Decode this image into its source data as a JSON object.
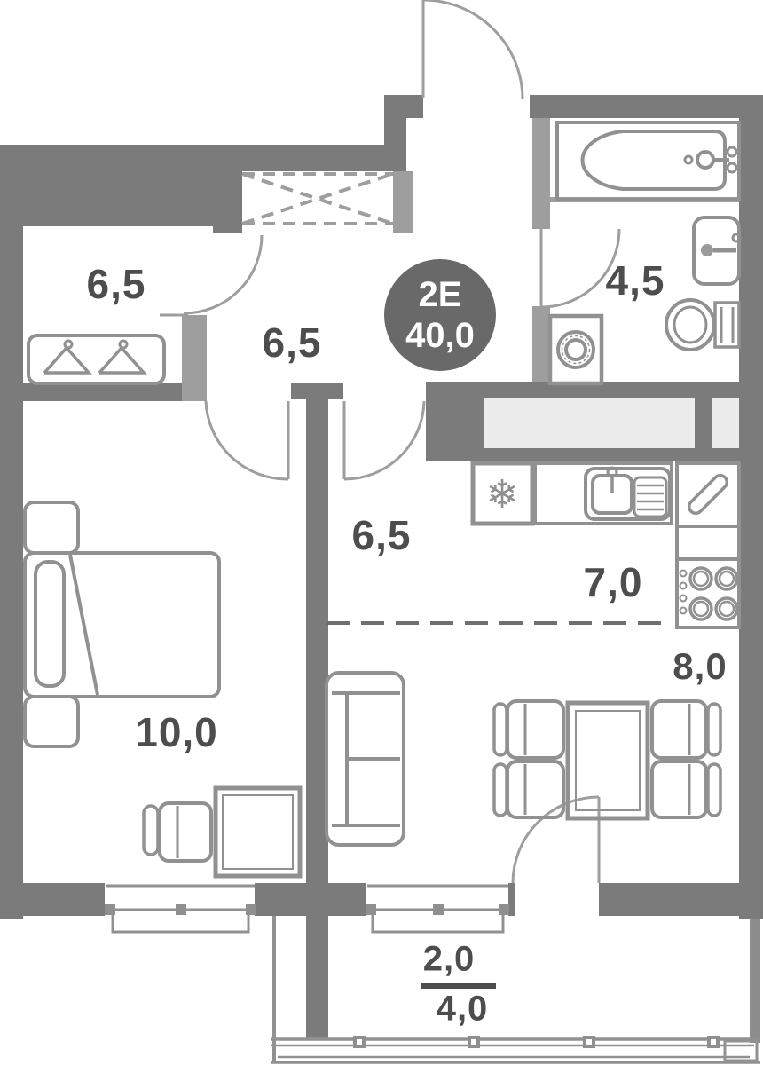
{
  "unit": {
    "type": "2E",
    "total_area": "40,0"
  },
  "rooms": {
    "wardrobe": {
      "area": "6,5"
    },
    "hallway": {
      "area": "6,5"
    },
    "bathroom": {
      "area": "4,5"
    },
    "corridor": {
      "area": "6,5"
    },
    "kitchen": {
      "area": "7,0"
    },
    "living": {
      "area": "8,0"
    },
    "bedroom": {
      "area": "10,0"
    },
    "balcony": {
      "area_counted": "2,0",
      "area_full": "4,0"
    }
  },
  "icons": {
    "snowflake": "❄"
  },
  "colors": {
    "wall": "#7b7b7b",
    "wall_light": "#9e9e9e",
    "furniture_line": "#919191",
    "label_text": "#4d4d4d",
    "badge_background": "#696969",
    "badge_text": "#ffffff",
    "duct": "#ececec"
  }
}
